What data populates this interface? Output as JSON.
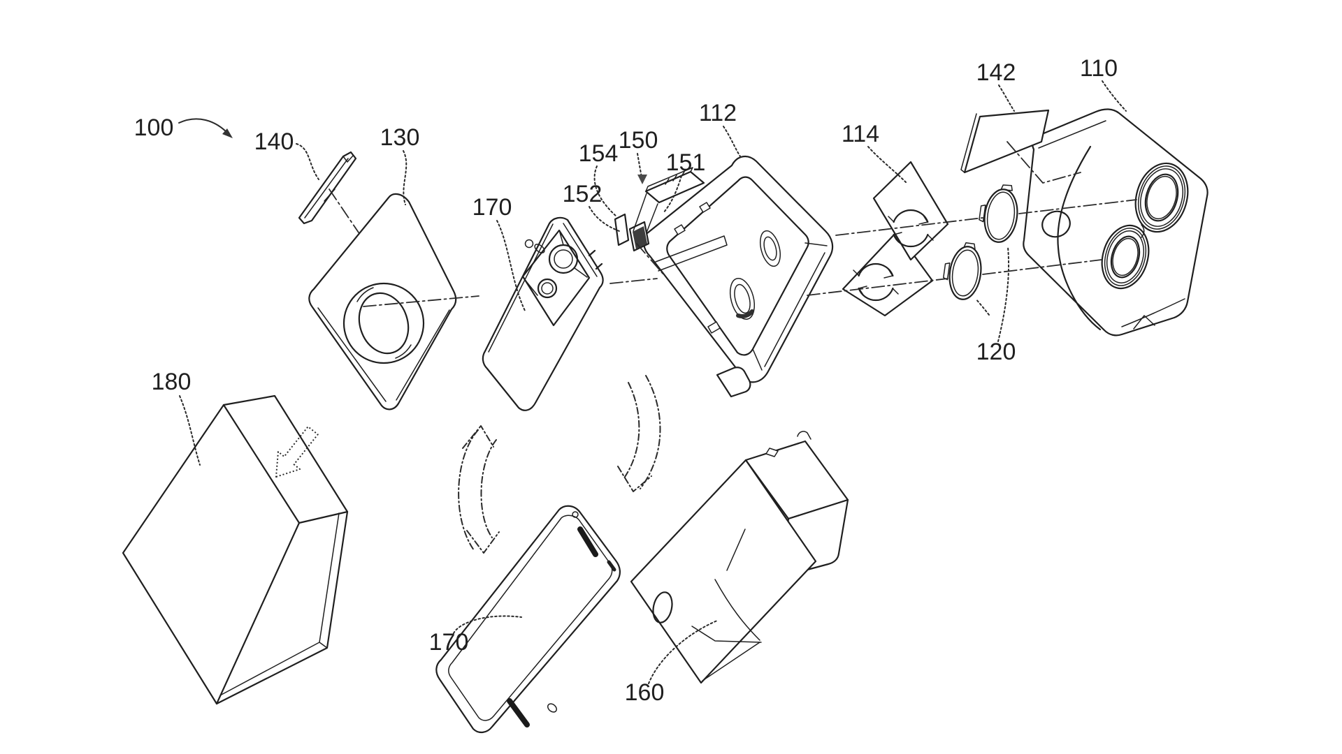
{
  "figure": {
    "kind": "patent_exploded_view_drawing",
    "description": "Black-and-white exploded line drawing of a folding virtual-reality viewer assembly with smartphone, lens plates, frame shell and packaging box",
    "ink_color": "#1f1f1f",
    "background_color": "#ffffff"
  },
  "labels": [
    {
      "text": "100",
      "part": "assembly"
    },
    {
      "text": "140",
      "part": "retainer-strip"
    },
    {
      "text": "130",
      "part": "faceplate-with-ring"
    },
    {
      "text": "170",
      "part": "smartphone-upper"
    },
    {
      "text": "154",
      "part": "latch-post"
    },
    {
      "text": "150",
      "part": "latch-assembly"
    },
    {
      "text": "151",
      "part": "latch-wing"
    },
    {
      "text": "152",
      "part": "latch-base"
    },
    {
      "text": "112",
      "part": "frame-shell"
    },
    {
      "text": "114",
      "part": "rotation-indicator-plate"
    },
    {
      "text": "142",
      "part": "divider-sheet"
    },
    {
      "text": "110",
      "part": "viewer-body"
    },
    {
      "text": "120",
      "part": "lens-pair"
    },
    {
      "text": "180",
      "part": "outer-box"
    },
    {
      "text": "170",
      "part": "smartphone-lower"
    },
    {
      "text": "160",
      "part": "folded-viewer-insert"
    }
  ]
}
